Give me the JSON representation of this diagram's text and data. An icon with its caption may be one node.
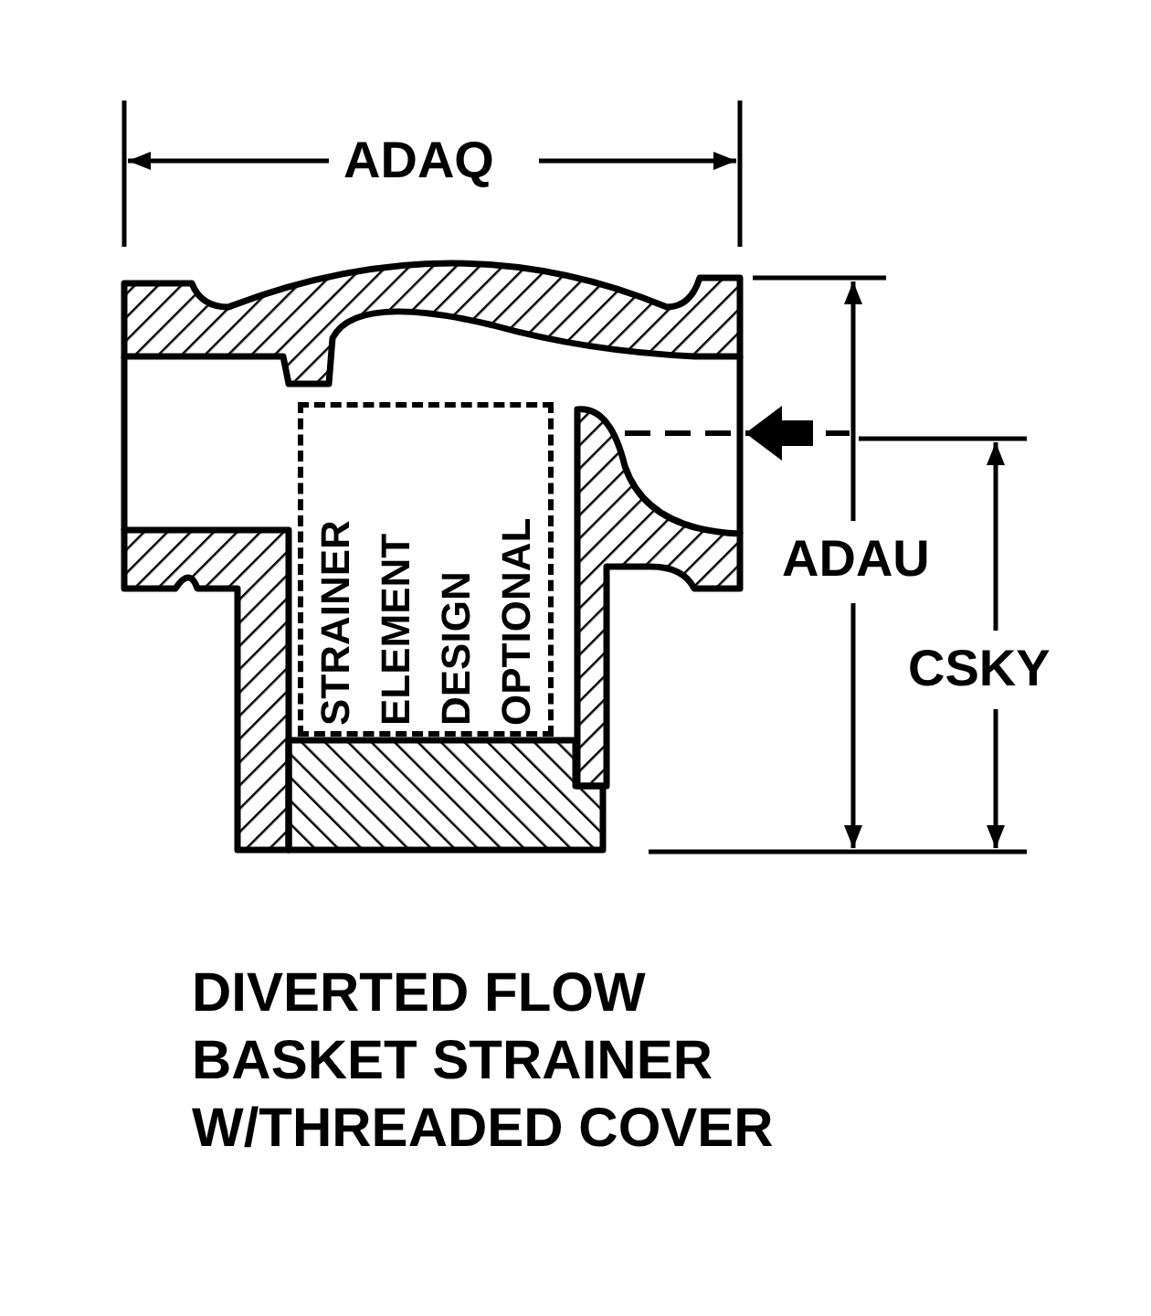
{
  "diagram": {
    "caption": "DIVERTED FLOW BASKET STRAINER W/THREADED COVER",
    "nodes": [
      {
        "text": [
          "STRAINER ELEMENT DESIGN OPTIONAL"
        ]
      }
    ],
    "labels": [
      "ADAQ",
      "ADAU",
      "CSKY"
    ]
  }
}
